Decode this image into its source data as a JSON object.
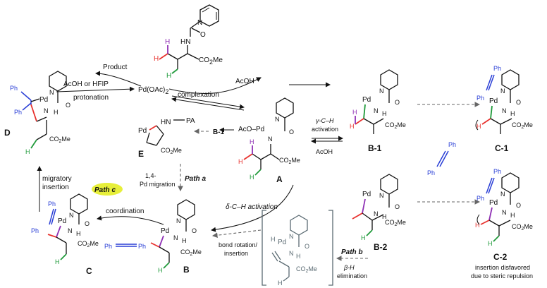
{
  "colors": {
    "red": "#e8322e",
    "green": "#1f9a3a",
    "purple": "#8e2fb4",
    "blue": "#2a3fd6",
    "highlight": "#e7ef3a",
    "grey": "#5a6a72"
  },
  "compounds": {
    "A": "A",
    "B": "B",
    "B1": "B-1",
    "B2": "B-2",
    "C": "C",
    "C1": "C-1",
    "C2": "C-2",
    "D": "D",
    "E": "E"
  },
  "reagents": {
    "pdoac2": "Pd(OAc)",
    "pdoac2_sub": "2",
    "acoh_top": "AcOH",
    "acoh_right": "AcOH",
    "product": "Product",
    "acoh_hfip": "AcOH or HFIP",
    "aco_pd": "AcO–Pd",
    "pa": "PA",
    "b1_ref": "B-1"
  },
  "steps": {
    "complexation": "complexation",
    "protonation": "protonation",
    "migratory_1": "migratory",
    "migratory_2": "insertion",
    "gamma_1": "γ-C–H",
    "gamma_2": "activation",
    "pdmig_1": "1,4-",
    "pdmig_2": "Pd migration",
    "path_a": "Path a",
    "path_b": "Path b",
    "path_c": "Path c",
    "delta": "δ-C–H activation",
    "coordination": "coordination",
    "bond_rot_1": "bond rotation/",
    "bond_rot_2": "insertion",
    "beta_1": "β-H",
    "beta_2": "elimination",
    "disfavored_1": "insertion disfavored",
    "disfavored_2": "due to steric repulsion"
  },
  "atoms": {
    "N": "N",
    "H": "H",
    "O": "O",
    "HN": "HN",
    "Pd": "Pd",
    "Ph": "Ph",
    "CO2Me": "CO",
    "CO2Me_sub": "2",
    "CO2Me_tail": "Me"
  }
}
